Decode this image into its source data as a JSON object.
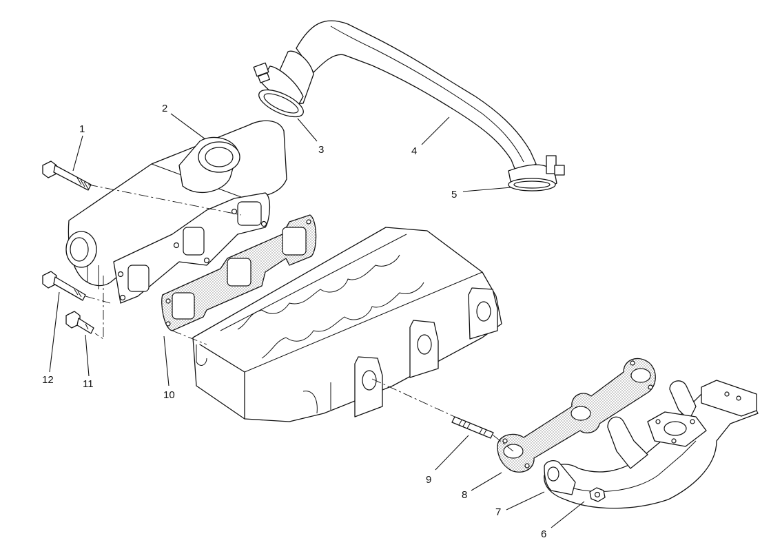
{
  "figure": {
    "callouts": [
      {
        "label": "1"
      },
      {
        "label": "2"
      },
      {
        "label": "3"
      },
      {
        "label": "4"
      },
      {
        "label": "5"
      },
      {
        "label": "6"
      },
      {
        "label": "7"
      },
      {
        "label": "8"
      },
      {
        "label": "9"
      },
      {
        "label": "10"
      },
      {
        "label": "11"
      },
      {
        "label": "12"
      }
    ]
  },
  "colors": {
    "line": "#111111",
    "background": "#ffffff",
    "gasket_stipple": "#555555"
  }
}
